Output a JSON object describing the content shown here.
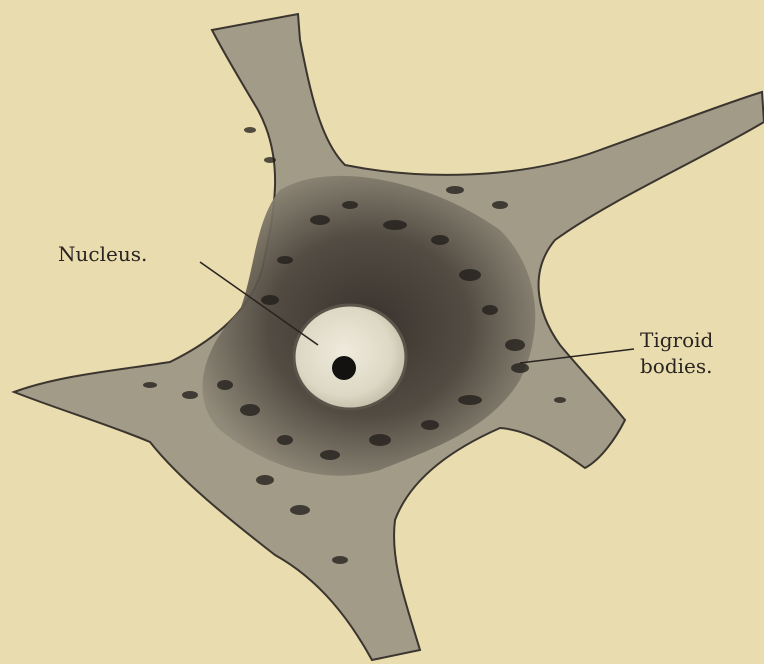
{
  "figure": {
    "labels": {
      "nucleus": "Nucleus.",
      "tigroid_line1": "Tigroid",
      "tigroid_line2": "bodies."
    },
    "colors": {
      "paper": "#e9dcae",
      "cell_light": "#a49e8c",
      "cell_dark": "#3d3731",
      "nucleus_fill": "#e6e1cf",
      "nucleolus": "#141210",
      "ink": "#2a2522"
    }
  }
}
